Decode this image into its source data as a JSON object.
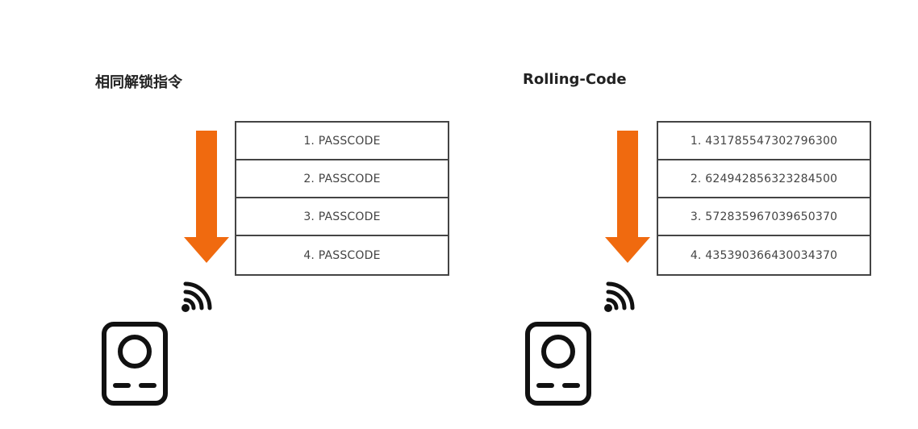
{
  "left": {
    "title": "相同解锁指令",
    "rows": [
      "1. PASSCODE",
      "2. PASSCODE",
      "3. PASSCODE",
      "4. PASSCODE"
    ]
  },
  "right": {
    "title": "Rolling-Code",
    "rows": [
      "1. 431785547302796300",
      "2. 624942856323284500",
      "3. 572835967039650370",
      "4. 435390366430034370"
    ]
  },
  "colors": {
    "arrow": "#f06a0f",
    "stroke": "#111111",
    "border": "#444444"
  },
  "icons": [
    "down-arrow-icon",
    "wireless-signal-icon",
    "key-fob-icon"
  ]
}
